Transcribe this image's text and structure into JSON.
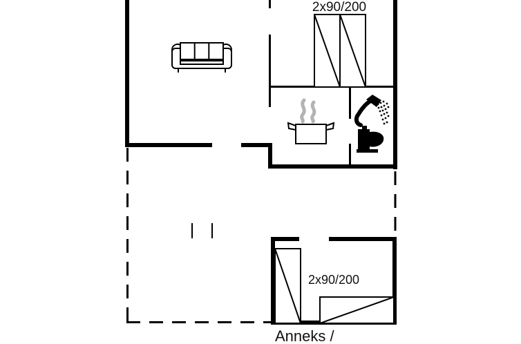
{
  "colors": {
    "wall": "#000000",
    "steam": "#b3b3b3",
    "background": "#ffffff"
  },
  "labels": {
    "bedroom_bed_size": "2x90/200",
    "annex_bed_size": "2x90/200",
    "annex_name": "Anneks /"
  },
  "icons": {
    "sofa": "sofa-icon",
    "cooking_pot": "pot-icon",
    "steam": "steam-icon",
    "shower": "shower-icon",
    "toilet": "toilet-icon",
    "double_bed": "bed-icon"
  }
}
